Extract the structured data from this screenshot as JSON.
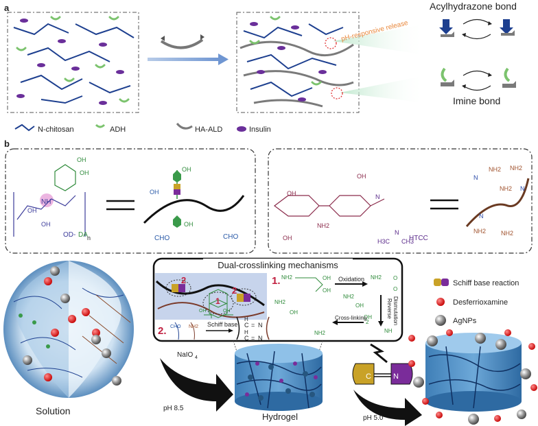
{
  "panel_a": {
    "label": "a",
    "pH_release": "pH-responsive release",
    "acylhydrazone": "Acylhydrazone bond",
    "imine": "Imine bond",
    "legend": {
      "n_chitosan": "N-chitosan",
      "adh": "ADH",
      "ha_ald": "HA-ALD",
      "insulin": "Insulin"
    }
  },
  "panel_b": {
    "label": "b",
    "od_da_od": "OD-",
    "od_da_da": "DA",
    "htcc": "HTCC",
    "n_sub": "n",
    "cho": "CHO",
    "oh": "OH",
    "nh2": "NH2",
    "n_plus": "N",
    "nh": "NH",
    "n_in": "N",
    "h": "H",
    "o": "O",
    "ch3": "CH3",
    "h3c": "H3C"
  },
  "mechanisms": {
    "title": "Dual-crosslinking mechanisms",
    "num1": "1.",
    "num2": "2.",
    "badge1": "1",
    "badge2": "2",
    "oxidation": "Oxidation",
    "reverse": "Reverse",
    "dismutation": "Dismutation",
    "crosslinking": "Cross-linking",
    "schiff_base": "Schiff base",
    "num_2": "2",
    "c_eq_n": "C = N",
    "imine_h": "H",
    "imine_c": "C",
    "imine_n": "N",
    "imine_eq": "="
  },
  "legend_c": {
    "schiff": "Schiff base reaction",
    "desferri": "Desferrioxamine",
    "agnps": "AgNPs"
  },
  "bottom": {
    "solution": "Solution",
    "hydrogel": "Hydrogel",
    "naio": "NaIO",
    "naio_sub": "4",
    "ph85": "pH 8.5",
    "ph50": "pH 5.0"
  }
}
